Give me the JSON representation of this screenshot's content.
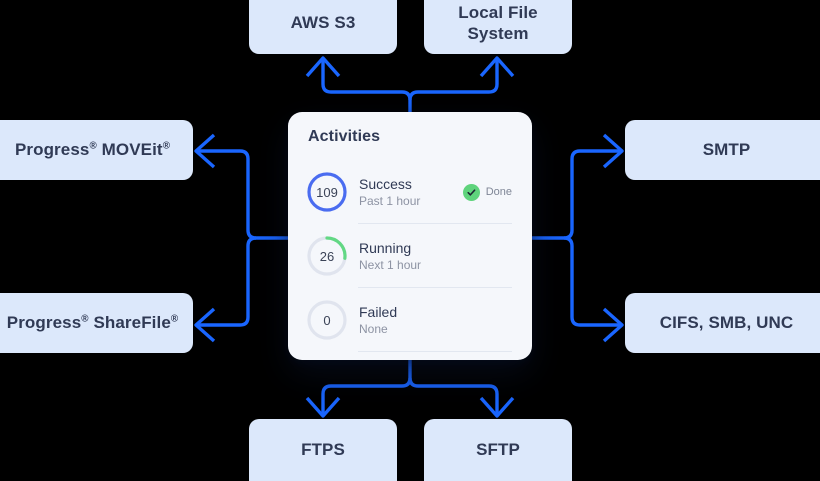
{
  "diagram": {
    "title": "Activities integrations diagram",
    "background_color": "#000000",
    "node_fill": "#dce8fb",
    "node_text_color": "#303a55",
    "connector_color": "#1a66ff"
  },
  "nodes": {
    "top": [
      {
        "id": "aws-s3",
        "label": "AWS S3",
        "direction": "bidirectional"
      },
      {
        "id": "local-file-system",
        "label": "Local File System",
        "direction": "bidirectional"
      }
    ],
    "left": [
      {
        "id": "progress-moveit",
        "label_html": "Progress<sup>&reg;</sup> MOVEit<sup>&reg;</sup>",
        "label": "Progress® MOVEit®",
        "direction": "out"
      },
      {
        "id": "progress-sharefile",
        "label_html": "Progress<sup>&reg;</sup> ShareFile<sup>&reg;</sup>",
        "label": "Progress® ShareFile®",
        "direction": "out"
      }
    ],
    "right": [
      {
        "id": "smtp",
        "label": "SMTP",
        "direction": "out"
      },
      {
        "id": "cifs-smb-unc",
        "label": "CIFS, SMB, UNC",
        "direction": "out"
      }
    ],
    "bottom": [
      {
        "id": "ftps",
        "label": "FTPS",
        "direction": "out"
      },
      {
        "id": "sftp",
        "label": "SFTP",
        "direction": "out"
      }
    ]
  },
  "card": {
    "title": "Activities",
    "background_color": "#f5f7fb",
    "rows": [
      {
        "id": "success",
        "count": "109",
        "name": "Success",
        "subtitle": "Past 1 hour",
        "ring_color": "#4a6cf0",
        "ring_track_color": "#4a6cf0",
        "ring_percent": 100,
        "status": {
          "label": "Done",
          "icon": "check-circle-icon",
          "color": "#5fd37c"
        }
      },
      {
        "id": "running",
        "count": "26",
        "name": "Running",
        "subtitle": "Next 1 hour",
        "ring_color": "#62d884",
        "ring_track_color": "#e0e4ee",
        "ring_percent": 27,
        "status": null
      },
      {
        "id": "failed",
        "count": "0",
        "name": "Failed",
        "subtitle": "None",
        "ring_color": "#e0e4ee",
        "ring_track_color": "#e0e4ee",
        "ring_percent": 0,
        "status": null
      }
    ]
  }
}
